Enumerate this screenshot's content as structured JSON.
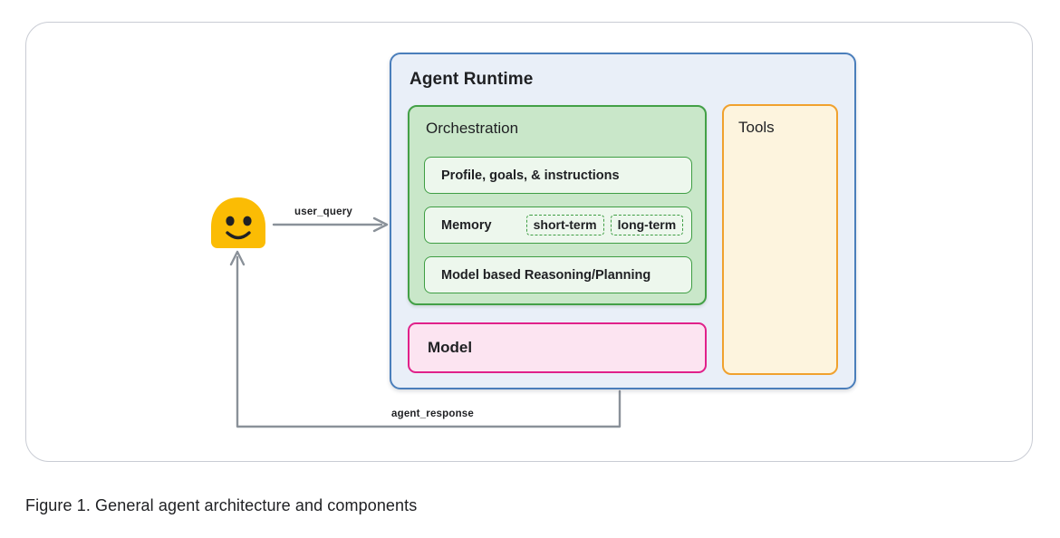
{
  "figure": {
    "caption": "Figure 1. General agent architecture and components"
  },
  "actors": {
    "user": {
      "icon": "smiley-face-emoji"
    }
  },
  "edges": {
    "user_query": "user_query",
    "agent_response": "agent_response"
  },
  "agent_runtime": {
    "title": "Agent Runtime",
    "orchestration": {
      "title": "Orchestration",
      "items": [
        {
          "label": "Profile, goals, & instructions",
          "badges": []
        },
        {
          "label": "Memory",
          "badges": [
            "short-term",
            "long-term"
          ]
        },
        {
          "label": "Model based Reasoning/Planning",
          "badges": []
        }
      ]
    },
    "model": {
      "title": "Model"
    },
    "tools": {
      "title": "Tools"
    }
  },
  "colors": {
    "runtime_border": "#4a7ebb",
    "runtime_fill": "#e9eff8",
    "orchestration_border": "#43a047",
    "orchestration_fill": "#c9e7c9",
    "orchestration_item_fill": "#edf7ed",
    "model_border": "#e0218a",
    "model_fill": "#fce4f1",
    "tools_border": "#f0a12e",
    "tools_fill": "#fdf4de",
    "connector": "#8a9199",
    "avatar": "#fbbc04",
    "frame_border": "#c9ccd4"
  }
}
